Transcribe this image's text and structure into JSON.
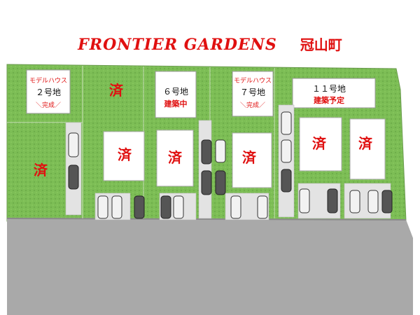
{
  "title": {
    "brand": "FRONTIER GARDENS",
    "area": "冠山町"
  },
  "sold_mark": "済",
  "labels": {
    "lot2": {
      "model": "モデルハウス",
      "lot": "２号地",
      "status": "＼完成／"
    },
    "lot6": {
      "lot": "６号地",
      "status": "建築中"
    },
    "lot7": {
      "model": "モデルハウス",
      "lot": "７号地",
      "status": "＼完成／"
    },
    "lot11": {
      "lot": "１１号地",
      "status": "建築予定"
    }
  },
  "colors": {
    "grass": "#7cbd55",
    "road": "#a9a9a9",
    "house": "#ffffff",
    "sold_text": "#e01010",
    "model_text": "#e01010"
  }
}
